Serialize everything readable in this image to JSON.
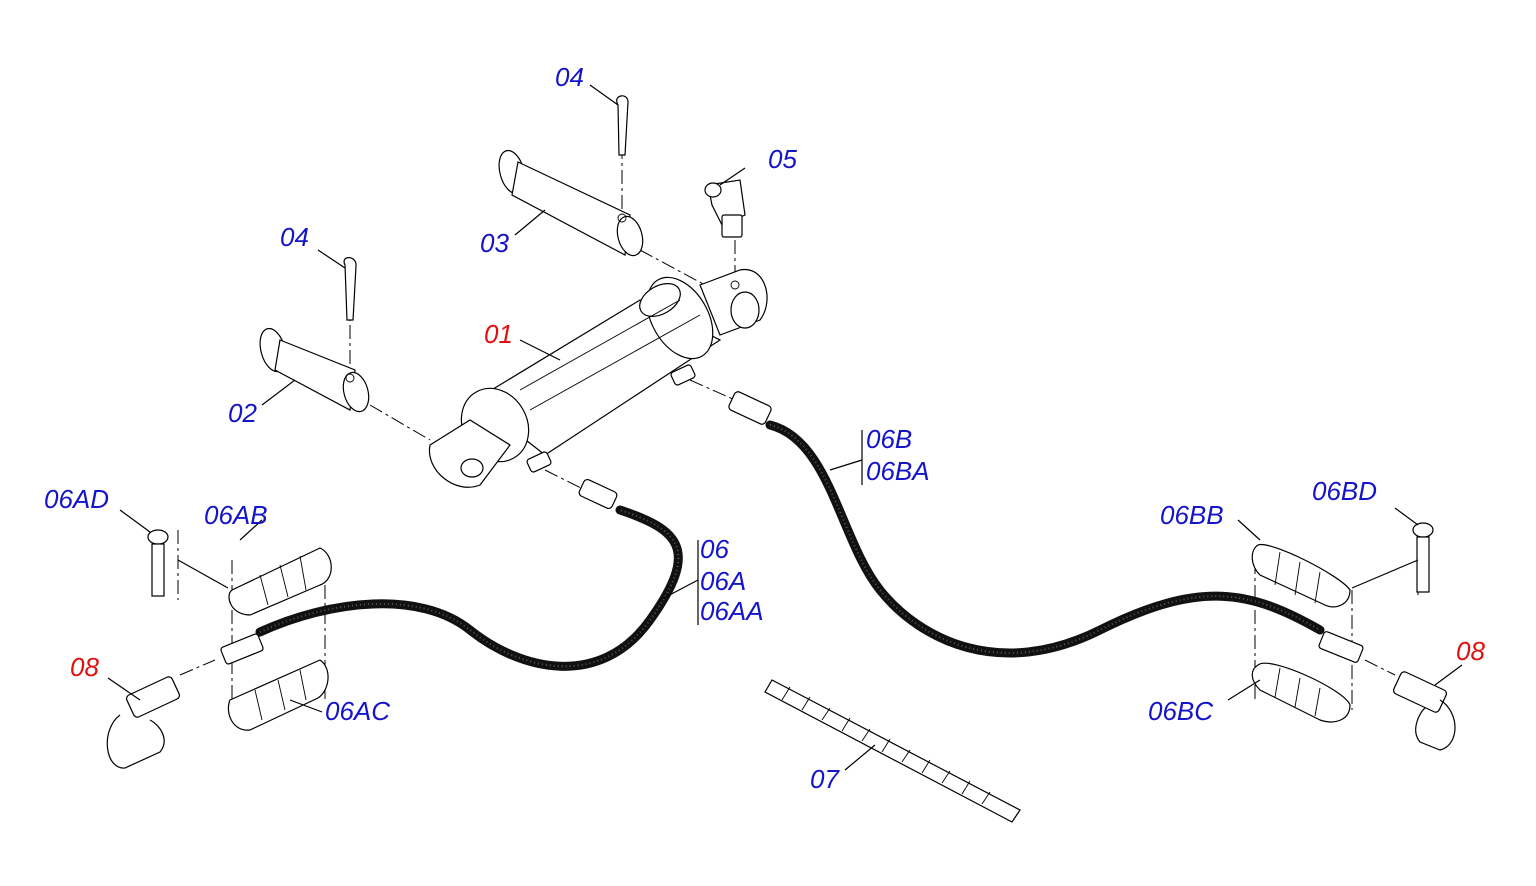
{
  "colors": {
    "label_blue": "#1414c8",
    "label_red": "#e01010",
    "line": "#000000",
    "background": "#ffffff"
  },
  "labels": {
    "p01": "01",
    "p02": "02",
    "p03": "03",
    "p04_top": "04",
    "p04_left": "04",
    "p05": "05",
    "p06": "06",
    "p06A": "06A",
    "p06AA": "06AA",
    "p06B": "06B",
    "p06BA": "06BA",
    "p06AB": "06AB",
    "p06AC": "06AC",
    "p06AD": "06AD",
    "p06BB": "06BB",
    "p06BC": "06BC",
    "p06BD": "06BD",
    "p07": "07",
    "p08_left": "08",
    "p08_right": "08"
  }
}
